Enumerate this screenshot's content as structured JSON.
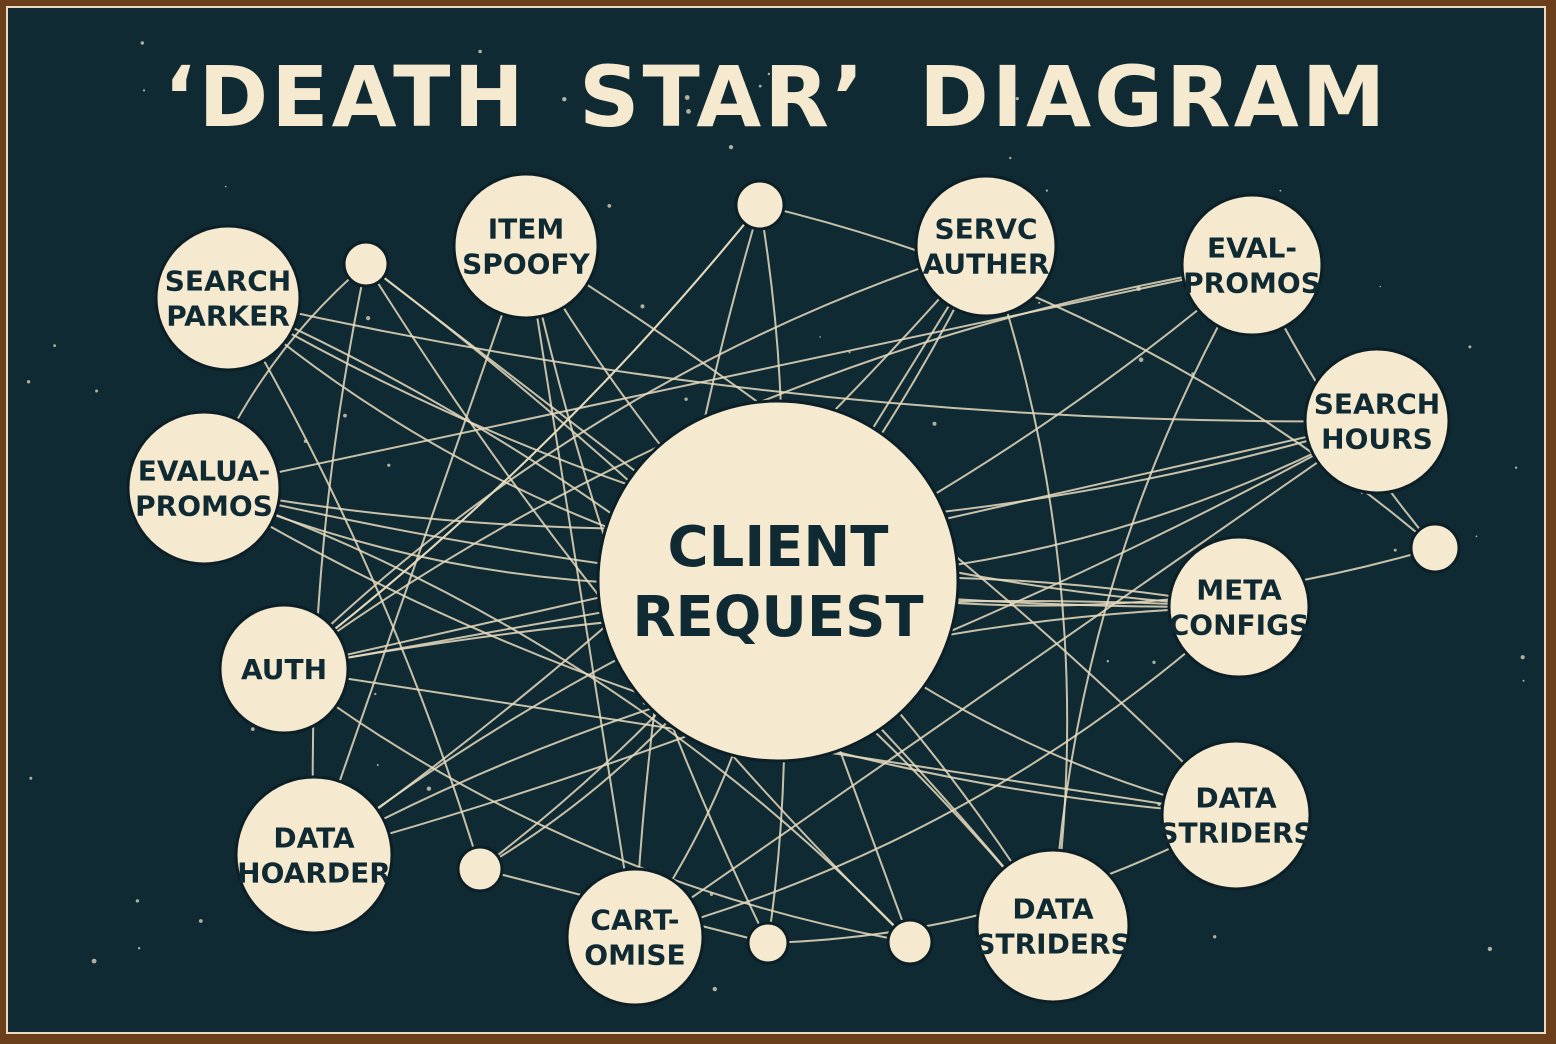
{
  "title": "‘DEATH STAR’ DIAGRAM",
  "colors": {
    "background": "#0f2a33",
    "node": "#f5e9cf",
    "text": "#0f2a33",
    "border": "#6b3f1c"
  },
  "center": {
    "id": "client",
    "lines": [
      "CLIENT",
      "REQUEST"
    ]
  },
  "nodes": [
    {
      "id": "search-parker",
      "lines": [
        "SEARCH",
        "PARKER"
      ]
    },
    {
      "id": "item-spoofy",
      "lines": [
        "ITEM",
        "SPOOFY"
      ]
    },
    {
      "id": "servc-auther",
      "lines": [
        "SERVC",
        "AUTHER"
      ]
    },
    {
      "id": "eval-promos",
      "lines": [
        "EVAL-",
        "PROMOS"
      ]
    },
    {
      "id": "search-hours",
      "lines": [
        "SEARCH",
        "HOURS"
      ]
    },
    {
      "id": "evalua-promos",
      "lines": [
        "EVALUA-",
        "PROMOS"
      ]
    },
    {
      "id": "meta-configs",
      "lines": [
        "META",
        "CONFIGS"
      ]
    },
    {
      "id": "auth",
      "lines": [
        "AUTH"
      ]
    },
    {
      "id": "data-hoarder",
      "lines": [
        "DATA",
        "HOARDER"
      ]
    },
    {
      "id": "data-striders-1",
      "lines": [
        "DATA",
        "STRIDERS"
      ]
    },
    {
      "id": "cart-omise",
      "lines": [
        "CART-",
        "OMISE"
      ]
    },
    {
      "id": "data-striders-2",
      "lines": [
        "DATA",
        "STRIDERS"
      ]
    },
    {
      "id": "dot-1",
      "lines": []
    },
    {
      "id": "dot-2",
      "lines": []
    },
    {
      "id": "dot-3",
      "lines": []
    },
    {
      "id": "dot-4",
      "lines": []
    },
    {
      "id": "dot-5",
      "lines": []
    },
    {
      "id": "dot-6",
      "lines": []
    }
  ],
  "edges": [
    [
      "client",
      "search-parker"
    ],
    [
      "client",
      "item-spoofy"
    ],
    [
      "client",
      "servc-auther"
    ],
    [
      "client",
      "eval-promos"
    ],
    [
      "client",
      "search-hours"
    ],
    [
      "client",
      "evalua-promos"
    ],
    [
      "client",
      "meta-configs"
    ],
    [
      "client",
      "auth"
    ],
    [
      "client",
      "data-hoarder"
    ],
    [
      "client",
      "data-striders-1"
    ],
    [
      "client",
      "cart-omise"
    ],
    [
      "client",
      "data-striders-2"
    ],
    [
      "client",
      "dot-1"
    ],
    [
      "client",
      "dot-2"
    ],
    [
      "client",
      "dot-3"
    ],
    [
      "client",
      "dot-4"
    ],
    [
      "client",
      "dot-5"
    ],
    [
      "client",
      "dot-6"
    ],
    [
      "search-parker",
      "search-hours"
    ],
    [
      "search-parker",
      "meta-configs"
    ],
    [
      "search-parker",
      "data-striders-2"
    ],
    [
      "item-spoofy",
      "data-striders-1"
    ],
    [
      "item-spoofy",
      "cart-omise"
    ],
    [
      "item-spoofy",
      "dot-5"
    ],
    [
      "servc-auther",
      "auth"
    ],
    [
      "servc-auther",
      "dot-4"
    ],
    [
      "servc-auther",
      "data-hoarder"
    ],
    [
      "eval-promos",
      "evalua-promos"
    ],
    [
      "eval-promos",
      "dot-3"
    ],
    [
      "eval-promos",
      "auth"
    ],
    [
      "search-hours",
      "evalua-promos"
    ],
    [
      "search-hours",
      "data-hoarder"
    ],
    [
      "search-hours",
      "auth"
    ],
    [
      "evalua-promos",
      "meta-configs"
    ],
    [
      "evalua-promos",
      "data-striders-1"
    ],
    [
      "evalua-promos",
      "dot-6"
    ],
    [
      "auth",
      "meta-configs"
    ],
    [
      "auth",
      "data-striders-1"
    ],
    [
      "auth",
      "dot-2"
    ],
    [
      "meta-configs",
      "data-hoarder"
    ],
    [
      "meta-configs",
      "cart-omise"
    ],
    [
      "data-hoarder",
      "dot-1"
    ],
    [
      "data-hoarder",
      "item-spoofy"
    ],
    [
      "data-striders-2",
      "dot-1"
    ],
    [
      "data-striders-2",
      "servc-auther"
    ],
    [
      "data-striders-2",
      "eval-promos"
    ],
    [
      "cart-omise",
      "dot-2"
    ],
    [
      "cart-omise",
      "search-hours"
    ],
    [
      "dot-1",
      "dot-6"
    ],
    [
      "dot-1",
      "evalua-promos"
    ],
    [
      "dot-2",
      "dot-3"
    ],
    [
      "dot-2",
      "auth"
    ],
    [
      "dot-4",
      "dot-5"
    ],
    [
      "dot-4",
      "search-parker"
    ],
    [
      "dot-5",
      "data-striders-1"
    ],
    [
      "dot-6",
      "auth"
    ]
  ]
}
